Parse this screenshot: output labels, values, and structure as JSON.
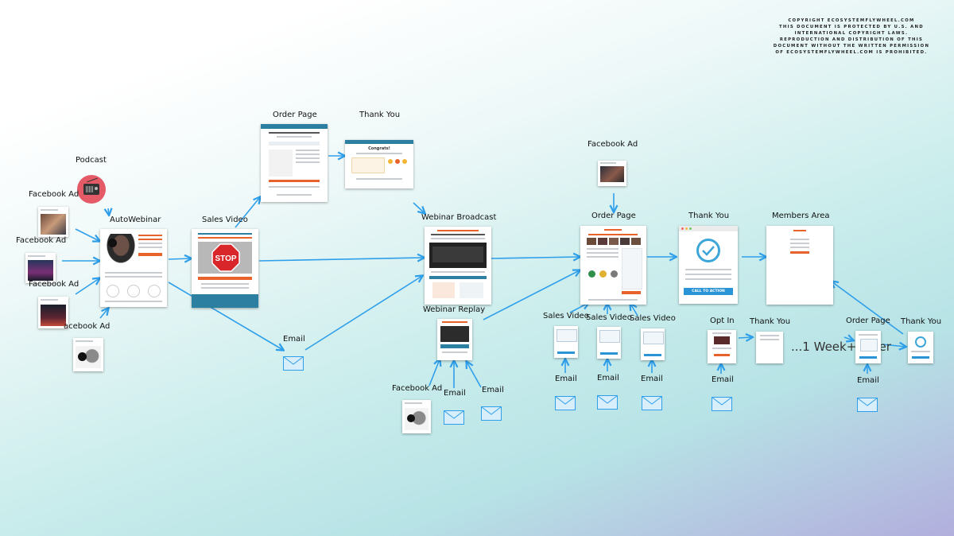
{
  "copyright": {
    "lines": [
      "COPYRIGHT ECOSYSTEMFLYWHEEL.COM",
      "THIS DOCUMENT IS PROTECTED BY U.S. AND",
      "INTERNATIONAL COPYRIGHT LAWS.",
      "REPRODUCTION AND DISTRIBUTION OF THIS",
      "DOCUMENT WITHOUT THE WRITTEN PERMISSION",
      "OF ECOSYSTEMFLYWHEEL.COM IS PROHIBITED."
    ]
  },
  "labels": {
    "podcast": "Podcast",
    "facebook_ad_1": "Facebook Ad",
    "facebook_ad_2": "Facebook Ad",
    "facebook_ad_3": "Facebook Ad",
    "facebook_ad_4": "acebook Ad",
    "autowebinar": "AutoWebinar",
    "sales_video_main": "Sales Video",
    "order_page_top": "Order Page",
    "thank_you_top": "Thank You",
    "email_mid": "Email",
    "webinar_broadcast": "Webinar Broadcast",
    "webinar_replay": "Webinar Replay",
    "facebook_ad_replay": "Facebook Ad",
    "email_replay_1": "Email",
    "email_replay_2": "Email",
    "facebook_ad_right": "Facebook Ad",
    "order_page_right": "Order Page",
    "thank_you_right": "Thank You",
    "members_area": "Members Area",
    "sales_video_1": "Sales Video",
    "sales_video_2": "Sales Video",
    "sales_video_3": "Sales Video",
    "email_sv_1": "Email",
    "email_sv_2": "Email",
    "email_sv_3": "Email",
    "opt_in": "Opt In",
    "thank_you_optin": "Thank You",
    "email_optin": "Email",
    "week_later": "...1 Week+ Later",
    "order_page_late": "Order Page",
    "thank_you_late": "Thank You",
    "email_late": "Email"
  },
  "thumb_text": {
    "stop_sign": "STOP",
    "call_to_action": "CALL TO ACTION",
    "congrats": "Congrats!"
  },
  "colors": {
    "arrow": "#2f9fea",
    "email_icon_fill": "#d8eefb",
    "email_icon_stroke": "#2f9fea",
    "page_header": "#2c7fa0",
    "orange_button": "#e8622c",
    "stop_red": "#d9262b",
    "podcast_red": "#e45a67"
  },
  "icons": {
    "email": "envelope-icon",
    "podcast": "radio-icon",
    "thank_you": "checkmark-circle-icon"
  }
}
